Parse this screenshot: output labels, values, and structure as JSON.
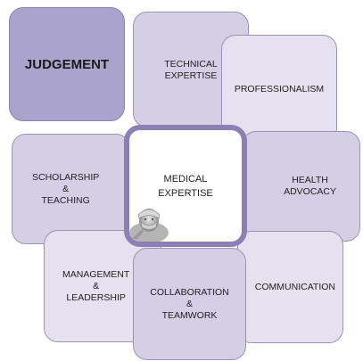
{
  "diagram": {
    "center": {
      "label": "MEDICAL\nEXPERTISE"
    },
    "tiles": {
      "judgement": "JUDGEMENT",
      "technical": "TECHNICAL\nEXPERTISE",
      "professionalism": "PROFESSIONALISM",
      "scholarship": "SCHOLARSHIP\n&\nTEACHING",
      "health_advocacy": "HEALTH\nADVOCACY",
      "management": "MANAGEMENT\n&\nLEADERSHIP",
      "collaboration": "COLLABORATION\n&\nTEAMWORK",
      "communication": "COMMUNICATION"
    },
    "image": "surgeon-photo"
  },
  "colors": {
    "dark_tile": "#aaa3cc",
    "mid_tile": "#d4cfe4",
    "light_tile": "#e5e1ef",
    "center_border": "#8b7fb4"
  }
}
